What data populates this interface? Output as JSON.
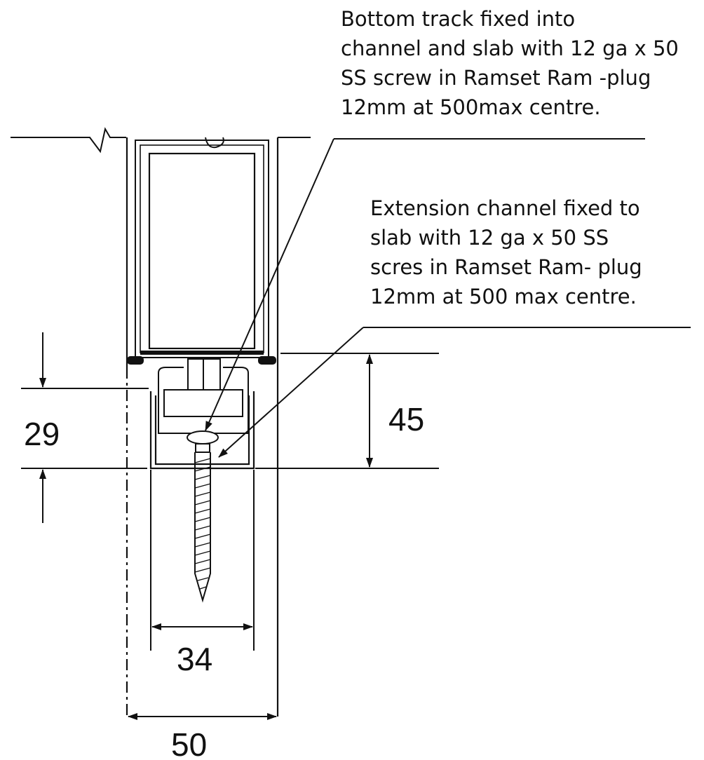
{
  "notes": {
    "bottom_track": [
      "Bottom track fixed into",
      "channel and slab with 12 ga x 50",
      "SS screw  in Ramset Ram -plug",
      "12mm at 500max centre."
    ],
    "extension_channel": [
      "Extension channel fixed to",
      "slab with 12 ga x 50 SS",
      "scres in Ramset Ram- plug",
      "12mm at 500 max centre."
    ]
  },
  "dimensions": {
    "channel_depth": "29",
    "track_height": "45",
    "inner_width": "34",
    "overall_width": "50"
  },
  "colors": {
    "line": "#111111",
    "background": "#ffffff"
  }
}
